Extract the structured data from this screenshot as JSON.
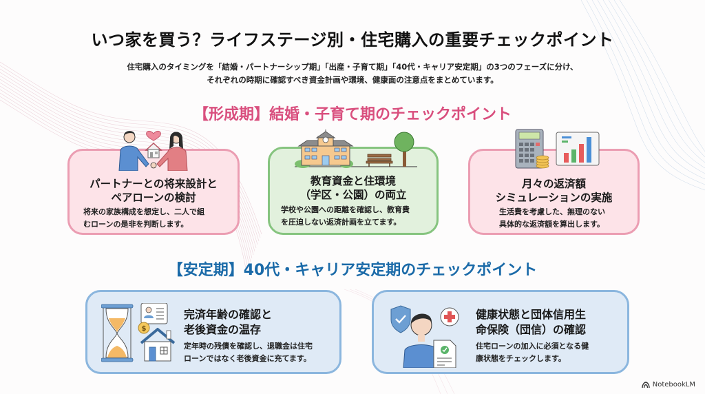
{
  "header": {
    "title": "いつ家を買う？ライフステージ別・住宅購入の重要チェックポイント",
    "intro_line1": "住宅購入のタイミングを「結婚・パートナーシップ期」「出産・子育て期」「40代・キャリア安定期」の3つのフェーズに分け、",
    "intro_line2": "それぞれの時期に確認すべき資金計画や環境、健康面の注意点をまとめています。"
  },
  "sections": [
    {
      "title": "【形成期】結婚・子育て期のチェックポイント",
      "color": "#d94f7e",
      "cards": [
        {
          "icon": "couple-house-heart-icon",
          "title_line1": "パートナーとの将来設計と",
          "title_line2": "ペアローンの検討",
          "desc_line1": "将来の家族構成を想定し、二人で組",
          "desc_line2": "むローンの是非を判断します。",
          "bg": "#fde3e8",
          "border": "#eb9db2"
        },
        {
          "icon": "school-park-icon",
          "title_line1": "教育資金と住環境",
          "title_line2": "（学区・公園）の両立",
          "desc_line1": "学校や公園への距離を確認し、教育費",
          "desc_line2": "を圧迫しない返済計画を立てます。",
          "bg": "#e2f1dd",
          "border": "#86c47f"
        },
        {
          "icon": "calculator-chart-icon",
          "title_line1": "月々の返済額",
          "title_line2": "シミュレーションの実施",
          "desc_line1": "生活費を考慮した、無理のない",
          "desc_line2": "具体的な返済額を算出します。",
          "bg": "#fde3e8",
          "border": "#eb9db2"
        }
      ]
    },
    {
      "title": "【安定期】40代・キャリア安定期のチェックポイント",
      "color": "#1a6aa8",
      "cards": [
        {
          "icon": "hourglass-house-icon",
          "title_line1": "完済年齢の確認と",
          "title_line2": "老後資金の温存",
          "desc_line1": "定年時の残債を確認し、退職金は住宅",
          "desc_line2": "ローンではなく老後資金に充てます。",
          "bg": "#dfeaf6",
          "border": "#8bb6de"
        },
        {
          "icon": "health-insurance-icon",
          "title_line1": "健康状態と団体信用生",
          "title_line2": "命保険（団信）の確認",
          "desc_line1": "住宅ローンの加入に必須となる健",
          "desc_line2": "康状態をチェックします。",
          "bg": "#dfeaf6",
          "border": "#8bb6de"
        }
      ]
    }
  ],
  "footer": {
    "brand": "NotebookLM"
  }
}
